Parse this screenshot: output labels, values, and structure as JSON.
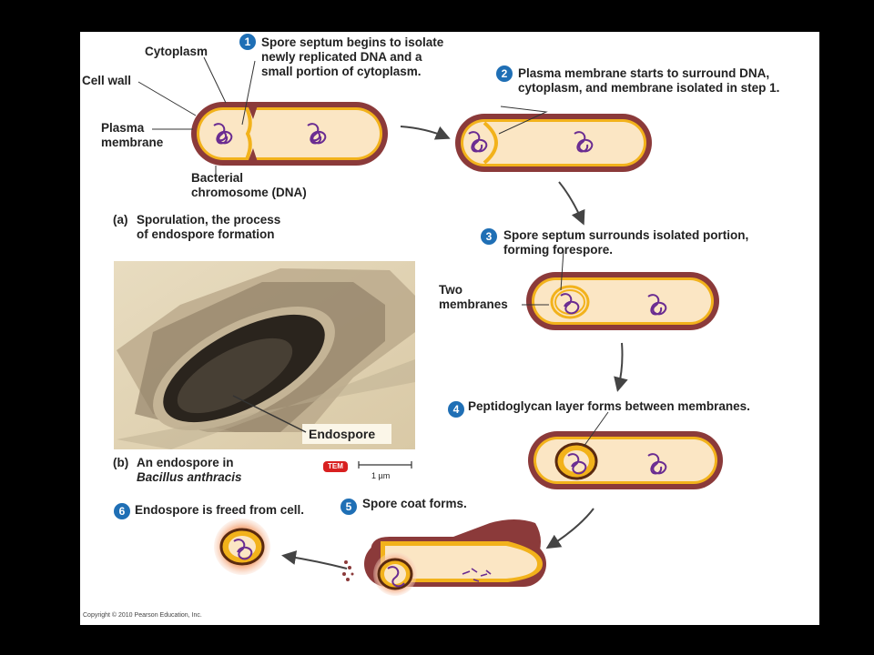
{
  "labels": {
    "cytoplasm": "Cytoplasm",
    "cell_wall": "Cell wall",
    "plasma_membrane_1": "Plasma",
    "plasma_membrane_2": "membrane",
    "chromosome_1": "Bacterial",
    "chromosome_2": "chromosome (DNA)",
    "two_membranes_1": "Two",
    "two_membranes_2": "membranes",
    "endospore": "Endospore"
  },
  "steps": [
    {
      "num": "1",
      "lines": [
        "Spore septum begins to isolate",
        "newly replicated DNA and a",
        "small portion of cytoplasm."
      ]
    },
    {
      "num": "2",
      "lines": [
        "Plasma membrane starts to surround DNA,",
        "cytoplasm, and membrane isolated in step 1."
      ]
    },
    {
      "num": "3",
      "lines": [
        "Spore septum surrounds isolated portion,",
        "forming forespore."
      ]
    },
    {
      "num": "4",
      "lines": [
        "Peptidoglycan layer forms between membranes."
      ]
    },
    {
      "num": "5",
      "lines": [
        "Spore coat forms."
      ]
    },
    {
      "num": "6",
      "lines": [
        "Endospore is freed from cell."
      ]
    }
  ],
  "caption_a": {
    "letter": "(a)",
    "lines": [
      "Sporulation, the process",
      "of endospore formation"
    ]
  },
  "caption_b": {
    "letter": "(b)",
    "line1": "An endospore in",
    "line2": "Bacillus anthracis"
  },
  "micrograph": {
    "badge": "TEM",
    "scale": "1 µm"
  },
  "copyright": "Copyright © 2010 Pearson Education, Inc.",
  "colors": {
    "cell_wall": "#8b3a3a",
    "membrane": "#f2b21b",
    "cytoplasm": "#fbe6c4",
    "dna": "#6a2c91",
    "step_circle": "#1f6fb5"
  }
}
